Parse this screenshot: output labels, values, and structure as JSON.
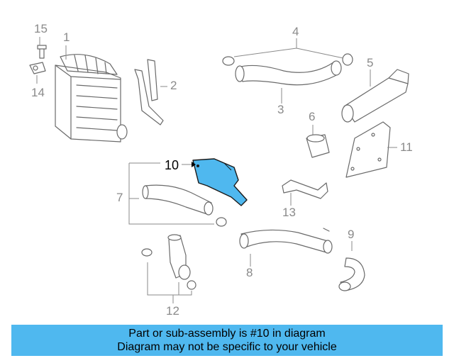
{
  "callouts": {
    "c1": "1",
    "c2": "2",
    "c3": "3",
    "c4": "4",
    "c5": "5",
    "c6": "6",
    "c7": "7",
    "c8": "8",
    "c9": "9",
    "c10": "10",
    "c11": "11",
    "c12": "12",
    "c13": "13",
    "c14": "14",
    "c15": "15"
  },
  "banner": {
    "line1": "Part or sub-assembly is #10 in diagram",
    "line2": "Diagram may not be specific to your vehicle"
  },
  "colors": {
    "highlight_part": "#4fb8ef",
    "banner_bg": "#4fb8ef",
    "line_art": "#6a6a6a"
  }
}
